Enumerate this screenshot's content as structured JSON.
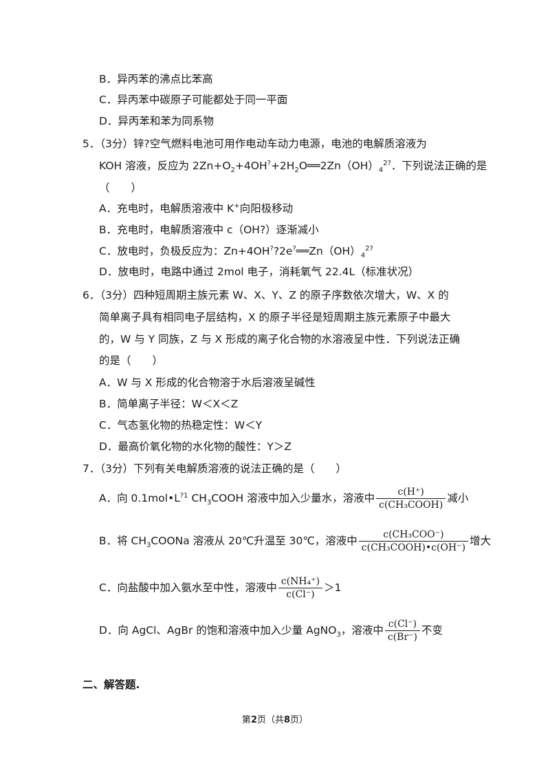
{
  "q4_opts": {
    "B": "B．异丙苯的沸点比苯高",
    "C": "C．异丙苯中碳原子可能都处于同一平面",
    "D": "D．异丙苯和苯为同系物"
  },
  "q5": {
    "line1": "5．（3分）锌?空气燃料电池可用作电动车动力电源，电池的电解质溶液为",
    "line2a": "KOH 溶液，反应为 2Zn+O",
    "line2b": "+4OH",
    "line2c": "+2H",
    "line2d": "O══2Zn（OH）",
    "line2e": "．下列说法正确的是",
    "line3": "（　　）",
    "A_pre": "A．充电时，电解质溶液中 K",
    "A_post": "向阳极移动",
    "B": "B．充电时，电解质溶液中 c（OH?）逐渐减小",
    "C_pre": "C．放电时，负极反应为：Zn+4OH",
    "C_mid": "2e",
    "C_post": "══Zn（OH）",
    "D": "D．放电时，电路中通过 2mol 电子，消耗氧气 22.4L（标准状况）"
  },
  "q6": {
    "line1": "6．（3分）四种短周期主族元素 W、X、Y、Z 的原子序数依次增大，W、X 的",
    "line2": "简单离子具有相同电子层结构，X 的原子半径是短周期主族元素原子中最大",
    "line3": "的，W 与 Y 同族，Z 与 X 形成的离子化合物的水溶液呈中性．下列说法正确",
    "line4": "的是（　　）",
    "A": "A．W 与 X 形成的化合物溶于水后溶液呈碱性",
    "B": "B．简单离子半径：W＜X＜Z",
    "C": "C．气态氢化物的热稳定性：W＜Y",
    "D": "D．最高价氧化物的水化物的酸性：Y＞Z"
  },
  "q7": {
    "line1": "7．（3分）下列有关电解质溶液的说法正确的是（　　）",
    "A_pre": "A．向 0.1mol•L",
    "A_mid": " CH",
    "A_mid2": "COOH 溶液中加入少量水，溶液中",
    "A_num": "c(H⁺)",
    "A_den": "c(CH₃COOH)",
    "A_post": "减小",
    "B_pre": "B．将 CH",
    "B_mid": "COONa 溶液从 20℃升温至 30℃，溶液中",
    "B_num": "c(CH₃COO⁻)",
    "B_den": "c(CH₃COOH)•c(OH⁻)",
    "B_post": "增大",
    "C_pre": "C．向盐酸中加入氨水至中性，溶液中",
    "C_num": "c(NH₄⁺)",
    "C_den": "c(Cl⁻)",
    "C_post": "＞1",
    "D_pre": "D．向 AgCl、AgBr 的饱和溶液中加入少量 AgNO",
    "D_mid": "，溶液中",
    "D_num": "c(Cl⁻)",
    "D_den": "c(Br⁻)",
    "D_post": "不变"
  },
  "section": "二、解答题.",
  "footer": {
    "pre": "第",
    "page": "2",
    "mid": "页（共",
    "total": "8",
    "post": "页）"
  }
}
